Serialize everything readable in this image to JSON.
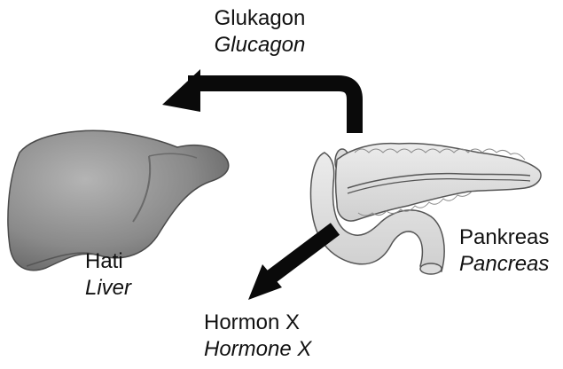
{
  "labels": {
    "glucagon": {
      "line1": "Glukagon",
      "line2": "Glucagon"
    },
    "liver": {
      "line1": "Hati",
      "line2": "Liver"
    },
    "pancreas": {
      "line1": "Pankreas",
      "line2": "Pancreas"
    },
    "hormone_x": {
      "line1": "Hormon X",
      "line2": "Hormone X"
    }
  },
  "colors": {
    "arrow": "#0a0a0a",
    "liver": "#8a8a8a",
    "pancreas": "#e2e2e2",
    "text": "#111111"
  }
}
